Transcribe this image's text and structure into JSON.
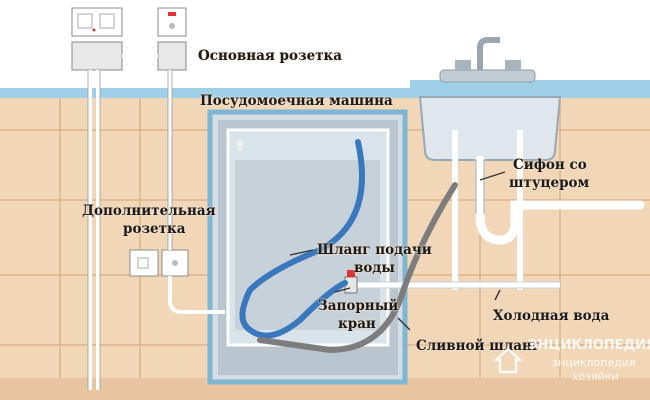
{
  "labels": {
    "main_socket": "Основная розетка",
    "dishwasher": "Посудомоечная машина",
    "extra_socket_1": "Дополнительная",
    "extra_socket_2": "розетка",
    "siphon_1": "Сифон со",
    "siphon_2": "штуцером",
    "supply_hose_1": "Шланг подачи",
    "supply_hose_2": "воды",
    "valve_1": "Запорный",
    "valve_2": "кран",
    "cold_water": "Холодная вода",
    "drain_hose": "Сливной шланг"
  },
  "watermark": {
    "line1": "ЭНЦИКЛОПЕДИЯ.RU",
    "line2": "энциклопедия",
    "line3": "хозяйки"
  },
  "colors": {
    "wall": "#f1d6b7",
    "wall_grid": "#dcb48e",
    "counter": "#e4c09a",
    "worktop_trim": "#8bc4e0",
    "pipe": "#f7f7f7",
    "supply_hose": "#3a78bd",
    "drain_hose": "#8c8c8c",
    "dishwasher_panel": "#c8ced4"
  },
  "icons": [
    "double-socket-icon",
    "single-socket-icon",
    "faucet-icon",
    "shutoff-valve-icon",
    "house-logo-icon"
  ]
}
